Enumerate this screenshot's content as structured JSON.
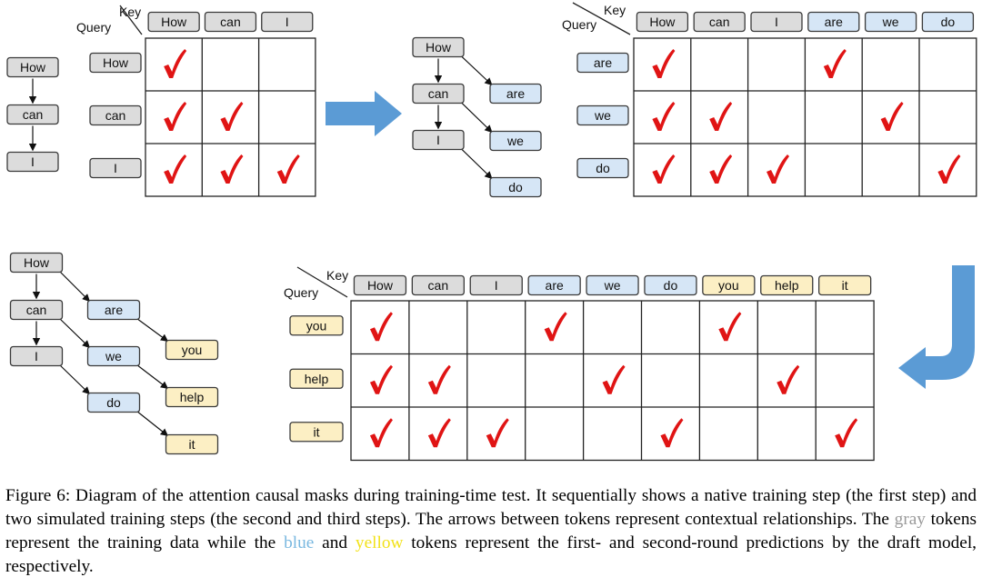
{
  "labels": {
    "key": "Key",
    "query": "Query"
  },
  "colors": {
    "gray_token": "#dcdcdc",
    "blue_token": "#d6e6f6",
    "yellow_token": "#fcefc4",
    "check": "#e01414",
    "arrow_blue": "#5b9bd5"
  },
  "panels": [
    {
      "id": "mask1",
      "keys": [
        [
          "How",
          "gray"
        ],
        [
          "can",
          "gray"
        ],
        [
          "I",
          "gray"
        ]
      ],
      "queries": [
        [
          "How",
          "gray"
        ],
        [
          "can",
          "gray"
        ],
        [
          "I",
          "gray"
        ]
      ],
      "checks": [
        [
          1,
          0,
          0
        ],
        [
          1,
          1,
          0
        ],
        [
          1,
          1,
          1
        ]
      ]
    },
    {
      "id": "mask2",
      "keys": [
        [
          "How",
          "gray"
        ],
        [
          "can",
          "gray"
        ],
        [
          "I",
          "gray"
        ],
        [
          "are",
          "blue"
        ],
        [
          "we",
          "blue"
        ],
        [
          "do",
          "blue"
        ]
      ],
      "queries": [
        [
          "are",
          "blue"
        ],
        [
          "we",
          "blue"
        ],
        [
          "do",
          "blue"
        ]
      ],
      "checks": [
        [
          1,
          0,
          0,
          1,
          0,
          0
        ],
        [
          1,
          1,
          0,
          0,
          1,
          0
        ],
        [
          1,
          1,
          1,
          0,
          0,
          1
        ]
      ]
    },
    {
      "id": "mask3",
      "keys": [
        [
          "How",
          "gray"
        ],
        [
          "can",
          "gray"
        ],
        [
          "I",
          "gray"
        ],
        [
          "are",
          "blue"
        ],
        [
          "we",
          "blue"
        ],
        [
          "do",
          "blue"
        ],
        [
          "you",
          "yellow"
        ],
        [
          "help",
          "yellow"
        ],
        [
          "it",
          "yellow"
        ]
      ],
      "queries": [
        [
          "you",
          "yellow"
        ],
        [
          "help",
          "yellow"
        ],
        [
          "it",
          "yellow"
        ]
      ],
      "checks": [
        [
          1,
          0,
          0,
          1,
          0,
          0,
          1,
          0,
          0
        ],
        [
          1,
          1,
          0,
          0,
          1,
          0,
          0,
          1,
          0
        ],
        [
          1,
          1,
          1,
          0,
          0,
          1,
          0,
          0,
          1
        ]
      ]
    }
  ],
  "trees": {
    "tree1": {
      "tokens": [
        [
          "How",
          "gray"
        ],
        [
          "can",
          "gray"
        ],
        [
          "I",
          "gray"
        ]
      ]
    },
    "tree2": {
      "tokens": [
        [
          "How",
          "gray"
        ],
        [
          "can",
          "gray"
        ],
        [
          "I",
          "gray"
        ],
        [
          "are",
          "blue"
        ],
        [
          "we",
          "blue"
        ],
        [
          "do",
          "blue"
        ]
      ]
    },
    "tree3": {
      "tokens": [
        [
          "How",
          "gray"
        ],
        [
          "can",
          "gray"
        ],
        [
          "I",
          "gray"
        ],
        [
          "are",
          "blue"
        ],
        [
          "we",
          "blue"
        ],
        [
          "do",
          "blue"
        ],
        [
          "you",
          "yellow"
        ],
        [
          "help",
          "yellow"
        ],
        [
          "it",
          "yellow"
        ]
      ]
    }
  },
  "caption": {
    "part1": "Figure 6: Diagram of the attention causal masks during training-time test. It sequentially shows a native training step (the first step) and two simulated training steps (the second and third steps). The arrows between tokens represent contextual relationships. The ",
    "gray_word": "gray",
    "part2": " tokens represent the training data while the ",
    "blue_word": "blue",
    "part3": " and ",
    "yellow_word": "yellow",
    "part4": " tokens represent the first- and second-round predictions by the draft model, respectively."
  }
}
